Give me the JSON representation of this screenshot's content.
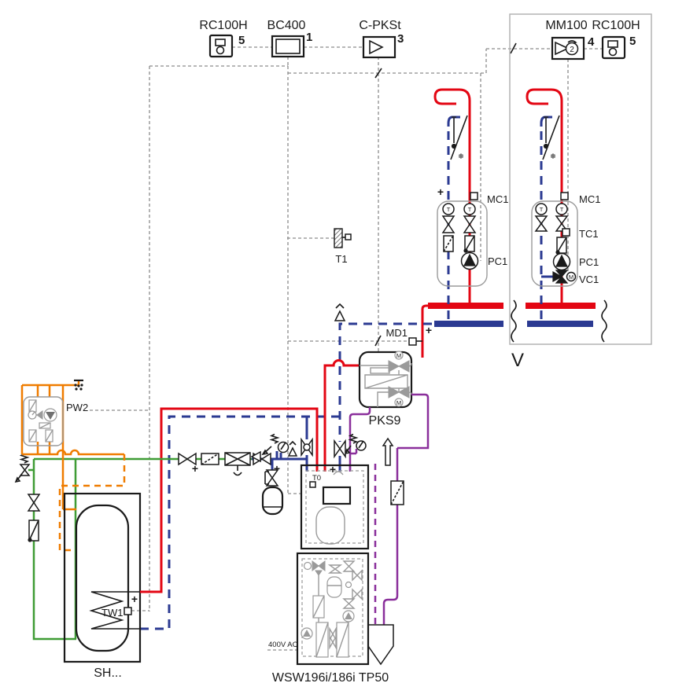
{
  "palette": {
    "red": "#e30613",
    "blue": "#2b3a92",
    "orange": "#ef7c00",
    "green": "#3f9c35",
    "purple": "#8a2f9b",
    "gray": "#8c8c8c",
    "component_gray": "#9a9a9a",
    "black": "#1a1a1a",
    "panel_border": "#b3b3b3"
  },
  "controllers": {
    "rc100h_left": {
      "label": "RC100H",
      "position_number": "5"
    },
    "bc400": {
      "label": "BC400",
      "position_number": "1"
    },
    "c_pkst": {
      "label": "C-PKSt",
      "position_number": "3"
    },
    "mm100": {
      "label": "MM100",
      "position_number": "4",
      "dial_number": "2"
    },
    "rc100h_panel": {
      "label": "RC100H",
      "position_number": "5"
    }
  },
  "tags": {
    "t1": "T1",
    "md1": "MD1",
    "tw1": "TW1",
    "pw2": "PW2",
    "t0": "T0",
    "mc1": "MC1",
    "tc1": "TC1",
    "pc1": "PC1",
    "vc1": "VC1"
  },
  "labels": {
    "pks9": "PKS9",
    "storage_tank": "SH...",
    "heat_pump": "WSW196i/186i TP50",
    "zone": "V",
    "power": "400V AC"
  },
  "glyphs": {
    "plus": "+",
    "motor": "M",
    "thermo": "T",
    "snowflake": "❄"
  }
}
